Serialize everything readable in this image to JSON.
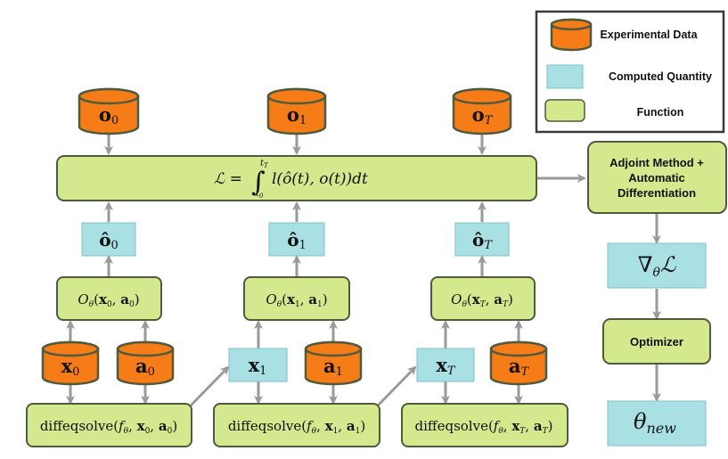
{
  "legend": {
    "items": [
      {
        "kind": "experimental",
        "label": "Experimental Data"
      },
      {
        "kind": "computed",
        "label": "Computed Quantity"
      },
      {
        "kind": "function",
        "label": "Function"
      }
    ]
  },
  "colors": {
    "experimental_fill": "#f57c16",
    "computed_fill": "#a8e0e3",
    "function_fill": "#d4e98e",
    "stroke": "#505a3c",
    "arrow": "#9a9a9a",
    "legend_border": "#3a3a3a"
  },
  "loss": {
    "lhs": "ℒ = ",
    "integral": "∫",
    "upper": "t",
    "upper_sub": "T",
    "lower": "t",
    "lower_sub": "0",
    "rhs": "l(ô(t), o(t))dt"
  },
  "observations": [
    {
      "base": "o",
      "sub": "0"
    },
    {
      "base": "o",
      "sub": "1"
    },
    {
      "base": "o",
      "sub": "T"
    }
  ],
  "predictions": [
    {
      "base": "ô",
      "sub": "0"
    },
    {
      "base": "ô",
      "sub": "1"
    },
    {
      "base": "ô",
      "sub": "T"
    }
  ],
  "observation_functions": [
    {
      "fn": "O",
      "fn_sub": "θ",
      "x_sub": "0",
      "a_sub": "0"
    },
    {
      "fn": "O",
      "fn_sub": "θ",
      "x_sub": "1",
      "a_sub": "1"
    },
    {
      "fn": "O",
      "fn_sub": "θ",
      "x_sub": "T",
      "a_sub": "T"
    }
  ],
  "states": [
    {
      "base": "x",
      "sub": "0",
      "kind": "experimental"
    },
    {
      "base": "x",
      "sub": "1",
      "kind": "computed"
    },
    {
      "base": "x",
      "sub": "T",
      "kind": "computed"
    }
  ],
  "actions": [
    {
      "base": "a",
      "sub": "0"
    },
    {
      "base": "a",
      "sub": "1"
    },
    {
      "base": "a",
      "sub": "T"
    }
  ],
  "solvers": [
    {
      "name": "diffeqsolve(",
      "f": "f",
      "f_sub": "θ",
      "x_sub": "0",
      "a_sub": "0"
    },
    {
      "name": "diffeqsolve(",
      "f": "f",
      "f_sub": "θ",
      "x_sub": "1",
      "a_sub": "1"
    },
    {
      "name": "diffeqsolve(",
      "f": "f",
      "f_sub": "θ",
      "x_sub": "T",
      "a_sub": "T"
    }
  ],
  "right_column": {
    "adjoint": [
      "Adjoint Method +",
      "Automatic",
      "Differentiation"
    ],
    "gradient": {
      "nabla": "∇",
      "sub": "θ",
      "L": "ℒ"
    },
    "optimizer": "Optimizer",
    "theta_new": {
      "base": "θ",
      "sub": "new"
    }
  }
}
